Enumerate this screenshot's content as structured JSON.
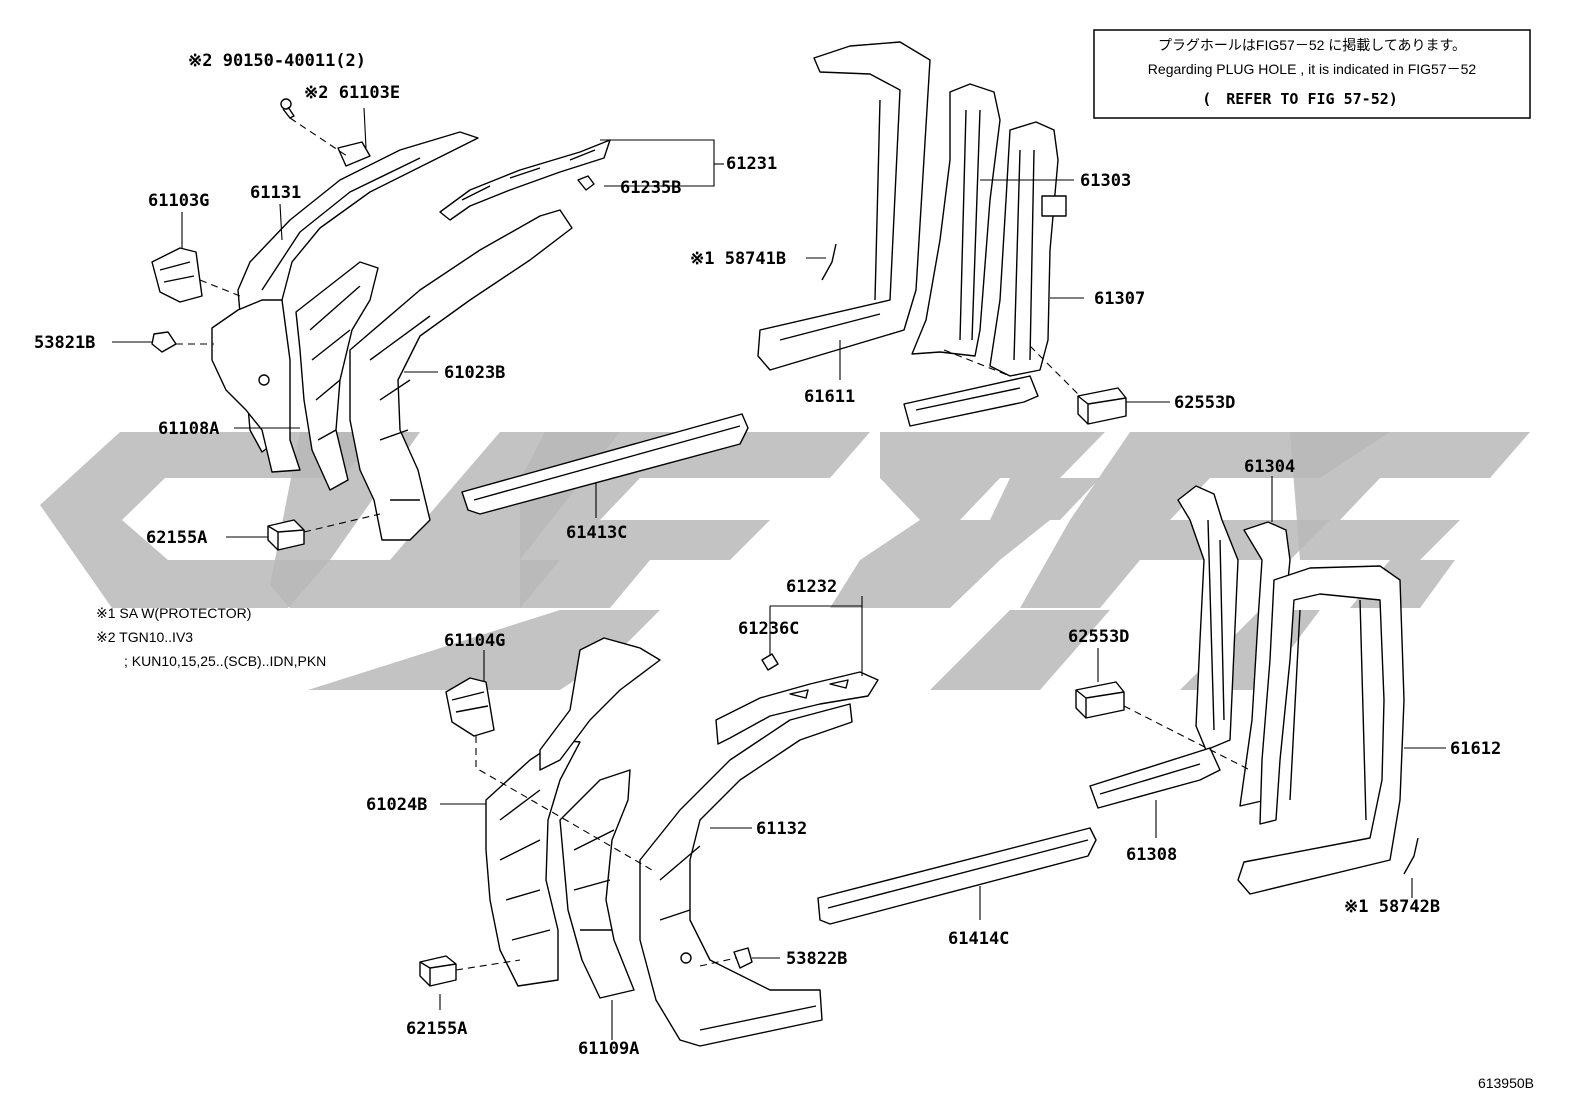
{
  "note_box": {
    "line1": "プラグホールはFIG57－52 に掲載してあります。",
    "line2": "Regarding PLUG HOLE , it is indicated in FIG57－52",
    "line3": "(　REFER TO FIG 57-52)"
  },
  "footnotes": {
    "n1": "※1 SA  W(PROTECTOR)",
    "n2": "※2  TGN10..IV3",
    "n3": "; KUN10,15,25..(SCB)..IDN,PKN"
  },
  "labels": {
    "l_90150": "※2 90150-40011(2)",
    "l_61103E": "※2 61103E",
    "l_61103G": "61103G",
    "l_61131": "61131",
    "l_61231": "61231",
    "l_61235B": "61235B",
    "l_58741B": "※1 58741B",
    "l_61303": "61303",
    "l_61307": "61307",
    "l_53821B": "53821B",
    "l_61023B": "61023B",
    "l_61611": "61611",
    "l_62553D_top": "62553D",
    "l_61108A": "61108A",
    "l_62155A_top": "62155A",
    "l_61413C": "61413C",
    "l_61304": "61304",
    "l_61232": "61232",
    "l_61236C": "61236C",
    "l_61104G": "61104G",
    "l_62553D_bot": "62553D",
    "l_61612": "61612",
    "l_61024B": "61024B",
    "l_61132": "61132",
    "l_61308": "61308",
    "l_58742B": "※1 58742B",
    "l_61414C": "61414C",
    "l_53822B": "53822B",
    "l_62155A_bot": "62155A",
    "l_61109A": "61109A"
  },
  "figure_id": "613950B"
}
